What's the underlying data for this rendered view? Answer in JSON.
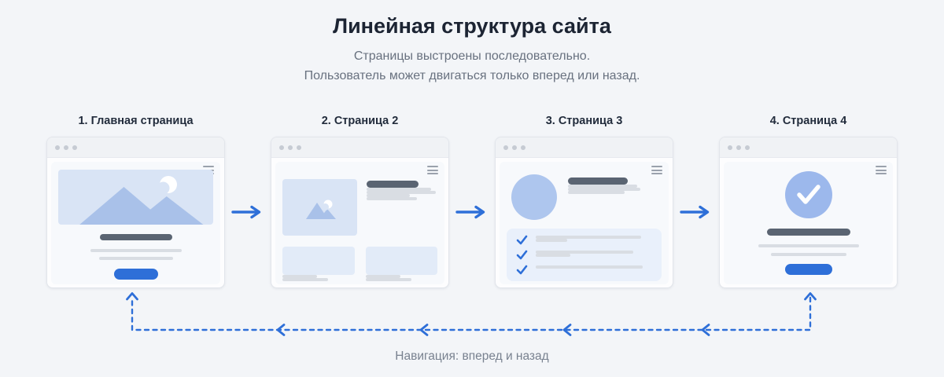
{
  "header": {
    "title": "Линейная структура сайта",
    "subtitle": [
      "Страницы выстроены последовательно.",
      "Пользователь может двигаться только вперед или назад."
    ]
  },
  "pages": [
    {
      "id": 1,
      "label": "1. Главная страница",
      "elements": [
        "menu-icon",
        "hero-image-mountains-moon",
        "heading-bar",
        "text-lines",
        "primary-button"
      ]
    },
    {
      "id": 2,
      "label": "2. Страница 2",
      "elements": [
        "menu-icon",
        "thumbnail-image",
        "heading-bar",
        "text-lines",
        "two-cards"
      ]
    },
    {
      "id": 3,
      "label": "3. Страница 3",
      "elements": [
        "menu-icon",
        "avatar-circle",
        "heading-bar",
        "text-lines",
        "checklist-3-items"
      ]
    },
    {
      "id": 4,
      "label": "4. Страница 4",
      "elements": [
        "menu-icon",
        "success-check-circle",
        "heading-bar",
        "text-lines",
        "primary-button"
      ]
    }
  ],
  "edges": {
    "forward": [
      {
        "from": 1,
        "to": 2
      },
      {
        "from": 2,
        "to": 3
      },
      {
        "from": 3,
        "to": 4
      }
    ],
    "back": {
      "from": 4,
      "to": 1,
      "style": "dashed",
      "direction": "right-to-left"
    }
  },
  "footer": {
    "caption": "Навигация: вперед и назад"
  },
  "colors": {
    "bg": "#f3f5f8",
    "ink": "#1c2433",
    "muted": "#68717f",
    "label": "#222c3c",
    "win-bg": "#fdfdfe",
    "win-border": "#e2e5eb",
    "titlebar": "#f0f2f5",
    "dot": "#c6cbd3",
    "panel": "#f7f9fc",
    "block-blue": "#d9e4f5",
    "card-blue": "#e2ebf8",
    "panel-blue": "#e9f0fb",
    "avatar-blue": "#aec6ee",
    "success-blue": "#9cb8ec",
    "mountain": "#a9c1e9",
    "dark-pill": "#5a6472",
    "grey-line": "#d9dde3",
    "accent": "#2e6fd8",
    "burger": "#9aa1ac",
    "caption": "#78818f"
  }
}
